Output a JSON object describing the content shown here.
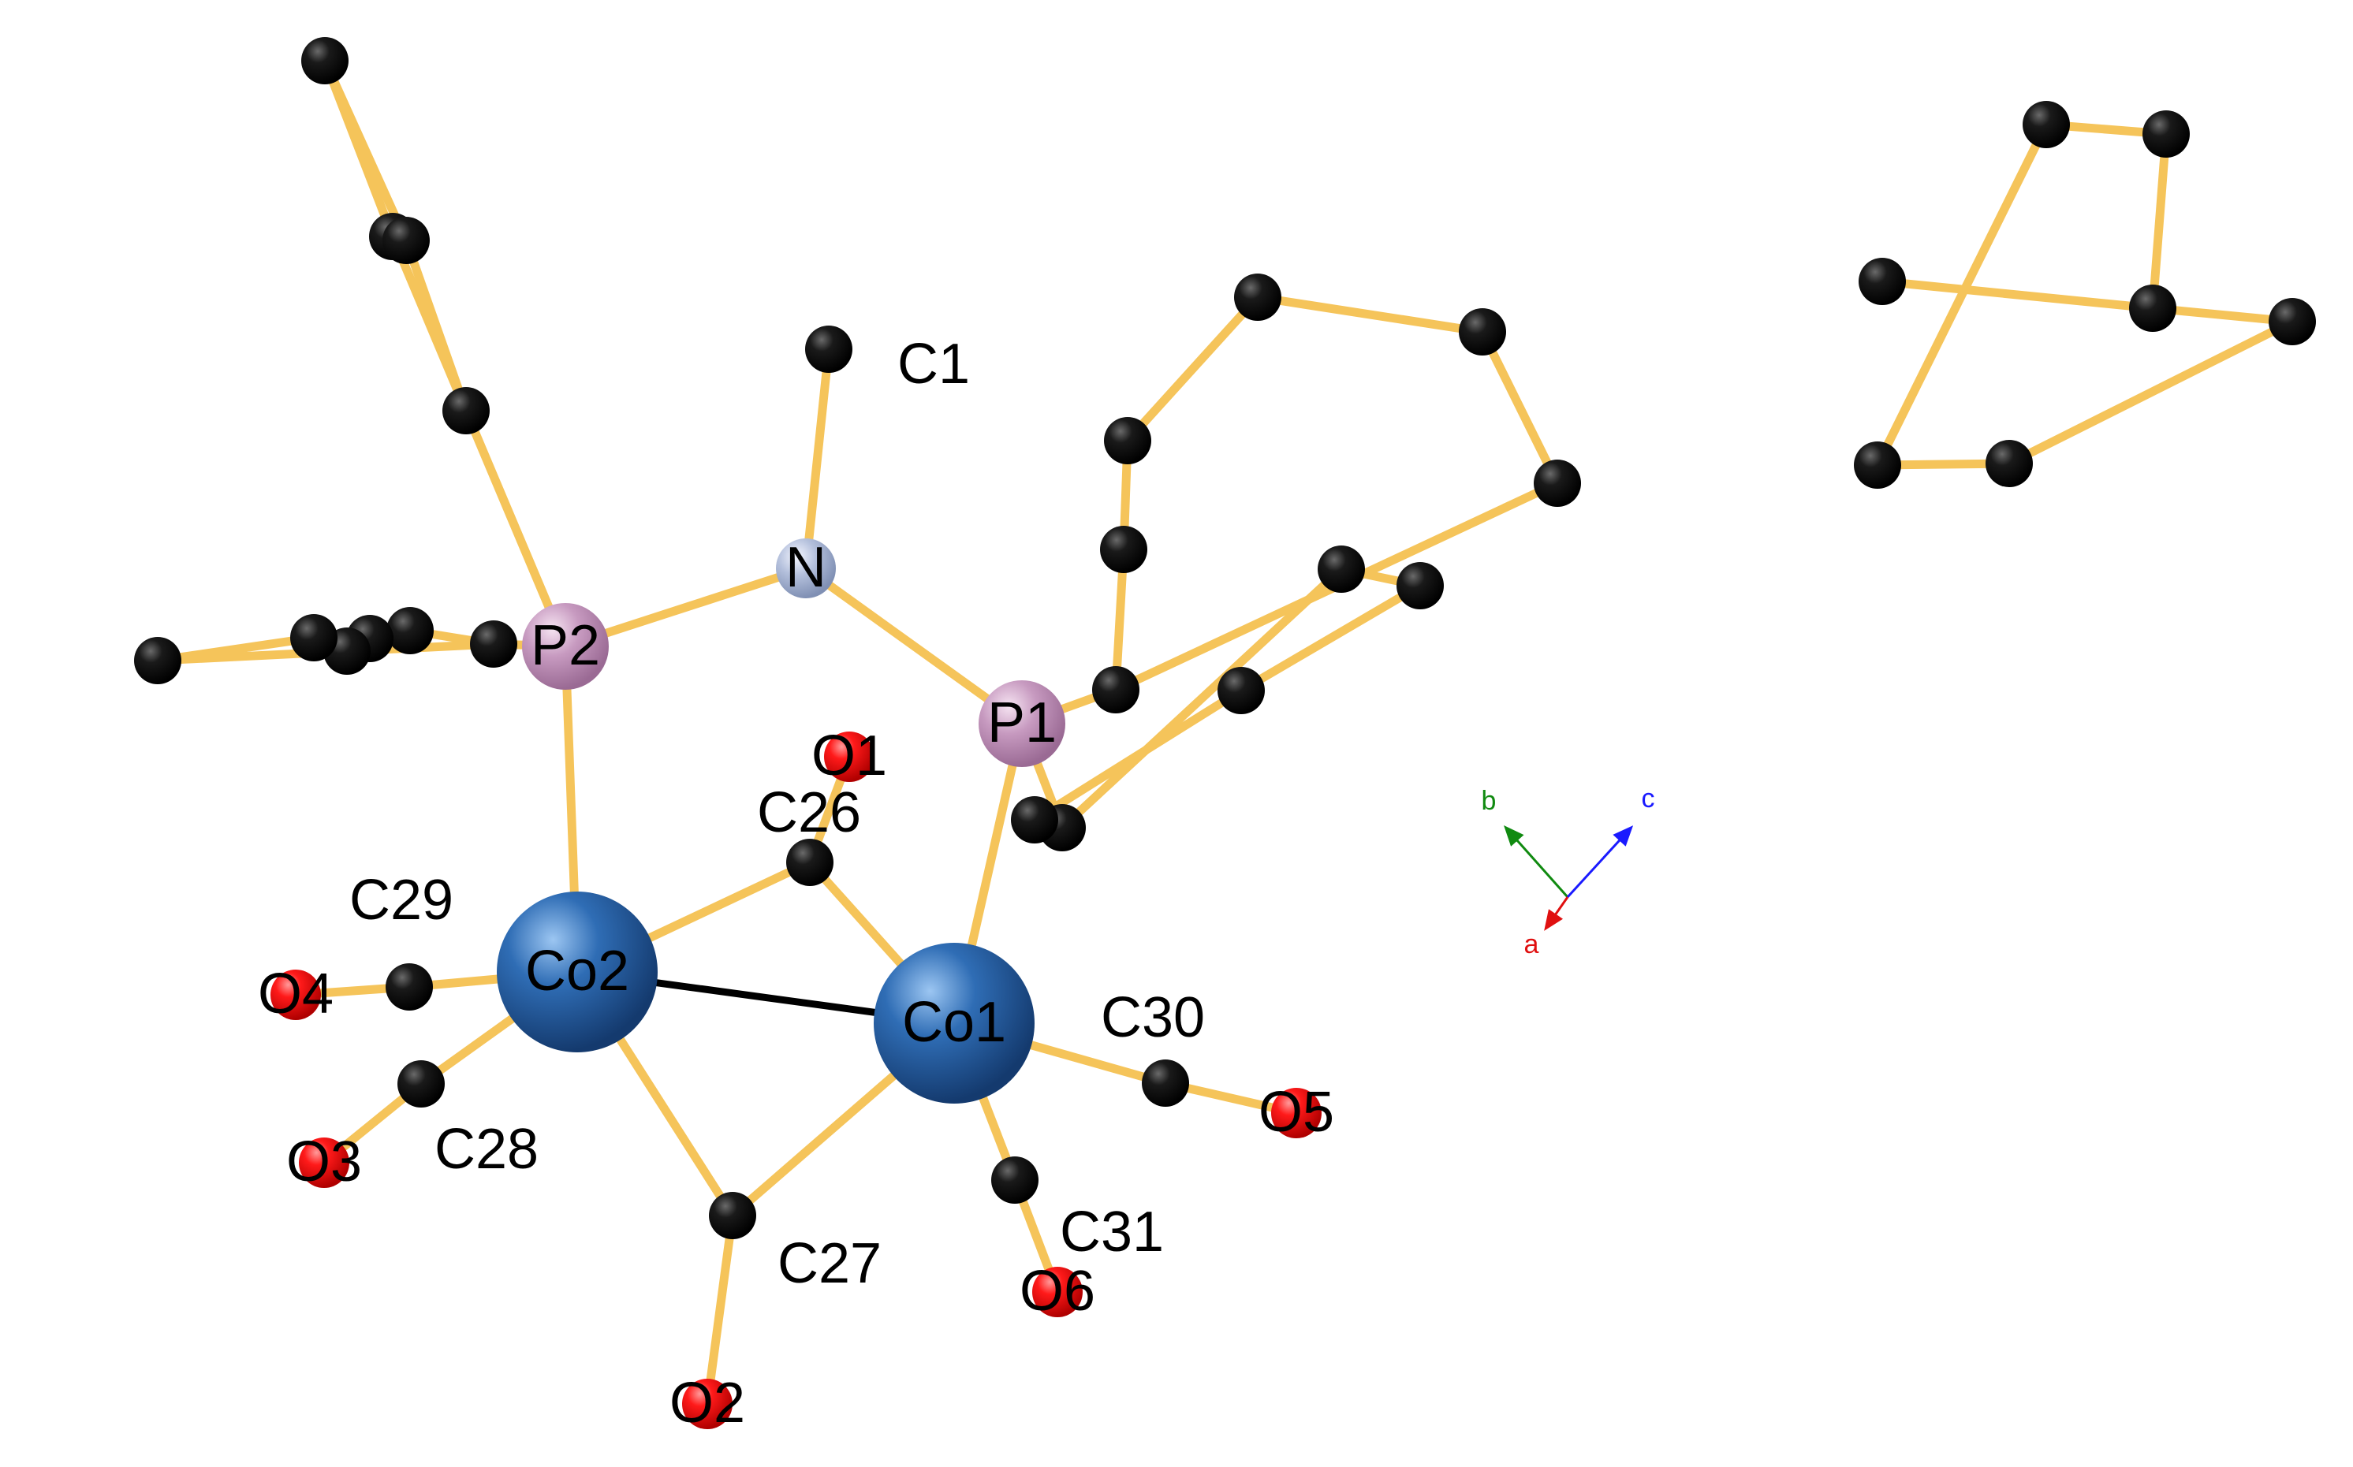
{
  "structure": {
    "atoms": [
      {
        "id": "C1",
        "label": "C1",
        "element": "C",
        "show_label": true
      },
      {
        "id": "N",
        "label": "N",
        "element": "N",
        "show_label": true
      },
      {
        "id": "P2",
        "label": "P2",
        "element": "P",
        "show_label": true
      },
      {
        "id": "P1",
        "label": "P1",
        "element": "P",
        "show_label": true
      },
      {
        "id": "Co2",
        "label": "Co2",
        "element": "Co",
        "show_label": true
      },
      {
        "id": "Co1",
        "label": "Co1",
        "element": "Co",
        "show_label": true
      },
      {
        "id": "C26",
        "label": "C26",
        "element": "C",
        "show_label": true
      },
      {
        "id": "C27",
        "label": "C27",
        "element": "C",
        "show_label": true
      },
      {
        "id": "C28",
        "label": "C28",
        "element": "C",
        "show_label": true
      },
      {
        "id": "C29",
        "label": "C29",
        "element": "C",
        "show_label": true
      },
      {
        "id": "C30",
        "label": "C30",
        "element": "C",
        "show_label": true
      },
      {
        "id": "C31",
        "label": "C31",
        "element": "C",
        "show_label": true
      },
      {
        "id": "O1",
        "label": "O1",
        "element": "O",
        "show_label": true
      },
      {
        "id": "O2",
        "label": "O2",
        "element": "O",
        "show_label": true
      },
      {
        "id": "O3",
        "label": "O3",
        "element": "O",
        "show_label": true
      },
      {
        "id": "O4",
        "label": "O4",
        "element": "O",
        "show_label": true
      },
      {
        "id": "O5",
        "label": "O5",
        "element": "O",
        "show_label": true
      },
      {
        "id": "O6",
        "label": "O6",
        "element": "O",
        "show_label": true
      },
      {
        "id": "a1",
        "label": "",
        "element": "C",
        "show_label": false
      },
      {
        "id": "a2",
        "label": "",
        "element": "C",
        "show_label": false
      },
      {
        "id": "a3",
        "label": "",
        "element": "C",
        "show_label": false
      },
      {
        "id": "a3b",
        "label": "",
        "element": "C",
        "show_label": false
      },
      {
        "id": "b1",
        "label": "",
        "element": "C",
        "show_label": false
      },
      {
        "id": "b2",
        "label": "",
        "element": "C",
        "show_label": false
      },
      {
        "id": "b3",
        "label": "",
        "element": "C",
        "show_label": false
      },
      {
        "id": "b4",
        "label": "",
        "element": "C",
        "show_label": false
      },
      {
        "id": "b5",
        "label": "",
        "element": "C",
        "show_label": false
      },
      {
        "id": "b6",
        "label": "",
        "element": "C",
        "show_label": false
      },
      {
        "id": "c1",
        "label": "",
        "element": "C",
        "show_label": false
      },
      {
        "id": "c2",
        "label": "",
        "element": "C",
        "show_label": false
      },
      {
        "id": "c3",
        "label": "",
        "element": "C",
        "show_label": false
      },
      {
        "id": "c4",
        "label": "",
        "element": "C",
        "show_label": false
      },
      {
        "id": "c5",
        "label": "",
        "element": "C",
        "show_label": false
      },
      {
        "id": "c6",
        "label": "",
        "element": "C",
        "show_label": false
      },
      {
        "id": "d1",
        "label": "",
        "element": "C",
        "show_label": false
      },
      {
        "id": "d2",
        "label": "",
        "element": "C",
        "show_label": false
      },
      {
        "id": "d3",
        "label": "",
        "element": "C",
        "show_label": false
      },
      {
        "id": "d4",
        "label": "",
        "element": "C",
        "show_label": false
      },
      {
        "id": "d5",
        "label": "",
        "element": "C",
        "show_label": false
      },
      {
        "id": "t1",
        "label": "",
        "element": "C",
        "show_label": false
      },
      {
        "id": "t2",
        "label": "",
        "element": "C",
        "show_label": false
      },
      {
        "id": "t3",
        "label": "",
        "element": "C",
        "show_label": false
      },
      {
        "id": "t4",
        "label": "",
        "element": "C",
        "show_label": false
      },
      {
        "id": "t5",
        "label": "",
        "element": "C",
        "show_label": false
      },
      {
        "id": "t6",
        "label": "",
        "element": "C",
        "show_label": false
      },
      {
        "id": "t7",
        "label": "",
        "element": "C",
        "show_label": false
      }
    ],
    "bonds": [
      {
        "from": "C1",
        "to": "N",
        "type": "single"
      },
      {
        "from": "N",
        "to": "P2",
        "type": "single"
      },
      {
        "from": "N",
        "to": "P1",
        "type": "single"
      },
      {
        "from": "P2",
        "to": "Co2",
        "type": "single"
      },
      {
        "from": "P1",
        "to": "Co1",
        "type": "single"
      },
      {
        "from": "Co2",
        "to": "Co1",
        "type": "metal-metal"
      },
      {
        "from": "Co2",
        "to": "C26",
        "type": "single"
      },
      {
        "from": "Co1",
        "to": "C26",
        "type": "single"
      },
      {
        "from": "Co2",
        "to": "C27",
        "type": "single"
      },
      {
        "from": "Co1",
        "to": "C27",
        "type": "single"
      },
      {
        "from": "Co2",
        "to": "C28",
        "type": "single"
      },
      {
        "from": "Co2",
        "to": "C29",
        "type": "single"
      },
      {
        "from": "Co1",
        "to": "C30",
        "type": "single"
      },
      {
        "from": "Co1",
        "to": "C31",
        "type": "single"
      },
      {
        "from": "C26",
        "to": "O1",
        "type": "single"
      },
      {
        "from": "C27",
        "to": "O2",
        "type": "single"
      },
      {
        "from": "C28",
        "to": "O3",
        "type": "single"
      },
      {
        "from": "C29",
        "to": "O4",
        "type": "single"
      },
      {
        "from": "C30",
        "to": "O5",
        "type": "single"
      },
      {
        "from": "C31",
        "to": "O6",
        "type": "single"
      },
      {
        "from": "P2",
        "to": "a3",
        "type": "single"
      },
      {
        "from": "a3",
        "to": "a2",
        "type": "single"
      },
      {
        "from": "a2",
        "to": "a1",
        "type": "single"
      },
      {
        "from": "a3",
        "to": "a3b",
        "type": "single"
      },
      {
        "from": "a3b",
        "to": "a1",
        "type": "single"
      },
      {
        "from": "P2",
        "to": "b1",
        "type": "single"
      },
      {
        "from": "b1",
        "to": "b2",
        "type": "single"
      },
      {
        "from": "b2",
        "to": "b3",
        "type": "single"
      },
      {
        "from": "b3",
        "to": "b4",
        "type": "single"
      },
      {
        "from": "b4",
        "to": "b5",
        "type": "single"
      },
      {
        "from": "b5",
        "to": "b6",
        "type": "single"
      },
      {
        "from": "b6",
        "to": "b1",
        "type": "single"
      },
      {
        "from": "P1",
        "to": "c1",
        "type": "single"
      },
      {
        "from": "c1",
        "to": "c2",
        "type": "single"
      },
      {
        "from": "c2",
        "to": "c3",
        "type": "single"
      },
      {
        "from": "c3",
        "to": "c4",
        "type": "single"
      },
      {
        "from": "c4",
        "to": "c5",
        "type": "single"
      },
      {
        "from": "c5",
        "to": "c6",
        "type": "single"
      },
      {
        "from": "c6",
        "to": "c1",
        "type": "single"
      },
      {
        "from": "P1",
        "to": "d1",
        "type": "single"
      },
      {
        "from": "d1",
        "to": "d2",
        "type": "single"
      },
      {
        "from": "d2",
        "to": "d3",
        "type": "single"
      },
      {
        "from": "d3",
        "to": "d4",
        "type": "single"
      },
      {
        "from": "d4",
        "to": "d5",
        "type": "single"
      },
      {
        "from": "d5",
        "to": "d1",
        "type": "single"
      },
      {
        "from": "t1",
        "to": "t2",
        "type": "single"
      },
      {
        "from": "t2",
        "to": "t3",
        "type": "single"
      },
      {
        "from": "t3",
        "to": "t4",
        "type": "single"
      },
      {
        "from": "t3",
        "to": "t7",
        "type": "single"
      },
      {
        "from": "t4",
        "to": "t5",
        "type": "single"
      },
      {
        "from": "t5",
        "to": "t6",
        "type": "single"
      },
      {
        "from": "t6",
        "to": "t1",
        "type": "single"
      }
    ]
  },
  "axes": {
    "a": {
      "label": "a",
      "color": "#e01010"
    },
    "b": {
      "label": "b",
      "color": "#108a10"
    },
    "c": {
      "label": "c",
      "color": "#1a1aff"
    }
  },
  "element_colors": {
    "C": "#000000",
    "N": "#b4c0dc",
    "P": "#c79ac0",
    "Co": "#2f6db5",
    "O": "#ee0000"
  },
  "bond_colors": {
    "single": "#f5c45a",
    "metal-metal": "#000000"
  }
}
